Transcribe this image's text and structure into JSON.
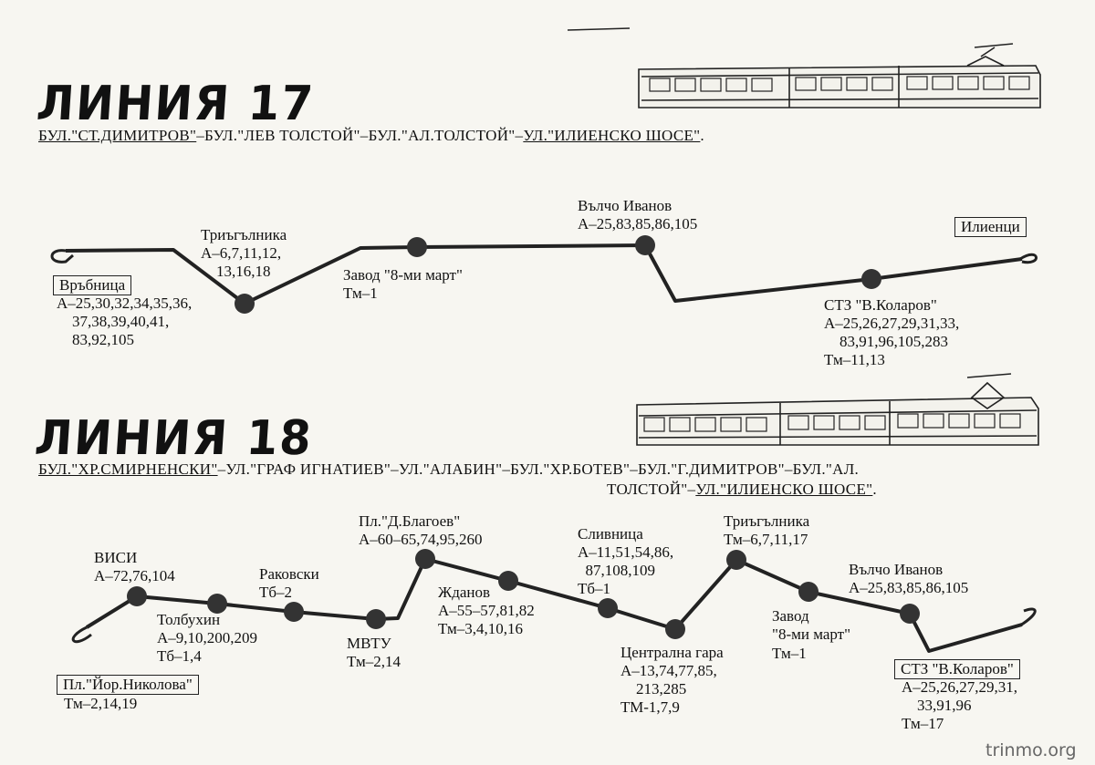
{
  "line17": {
    "title": "ЛИНИЯ 17",
    "streets": [
      {
        "t": "БУЛ.\"СТ.ДИМИТРОВ\"",
        "u": true
      },
      {
        "t": "–БУЛ.\"ЛЕВ ТОЛСТОЙ\"–БУЛ.\"АЛ.ТОЛСТОЙ\"–",
        "u": false
      },
      {
        "t": "УЛ.\"ИЛИЕНСКО ШОСЕ\"",
        "u": true
      },
      {
        "t": ".",
        "u": false
      }
    ],
    "stops": [
      {
        "id": "vrabnitsa",
        "name": "Връбница",
        "routes": "А–25,30,32,34,35,36,\n    37,38,39,40,41,\n    83,92,105"
      },
      {
        "id": "triagalnika",
        "name": "Триъгълника",
        "routes": "А–6,7,11,12,\n    13,16,18"
      },
      {
        "id": "zavod8",
        "name": "Завод \"8-ми март\"",
        "routes": "Тм–1"
      },
      {
        "id": "valcho",
        "name": "Вълчо Иванов",
        "routes": "А–25,83,85,86,105"
      },
      {
        "id": "stz",
        "name": "СТЗ \"В.Коларов\"",
        "routes": "А–25,26,27,29,31,33,\n    83,91,96,105,283\nТм–11,13"
      },
      {
        "id": "ilientsi",
        "name": "Илиенци",
        "routes": ""
      }
    ]
  },
  "line18": {
    "title": "ЛИНИЯ 18",
    "streets_line1": [
      {
        "t": "БУЛ.\"ХР.СМИРНЕНСКИ\"",
        "u": true
      },
      {
        "t": "–УЛ.\"ГРАФ ИГНАТИЕВ\"–УЛ.\"АЛАБИН\"–БУЛ.\"ХР.БОТЕВ\"–БУЛ.\"Г.ДИМИТРОВ\"–БУЛ.\"АЛ.",
        "u": false
      }
    ],
    "streets_line2": [
      {
        "t": "ТОЛСТОЙ\"–",
        "u": false
      },
      {
        "t": "УЛ.\"ИЛИЕНСКО ШОСЕ\"",
        "u": true
      },
      {
        "t": ".",
        "u": false
      }
    ],
    "stops": [
      {
        "id": "nikolova",
        "name": "Пл.\"Йор.Николова\"",
        "routes": "Тм–2,14,19"
      },
      {
        "id": "visi",
        "name": "ВИСИ",
        "routes": "А–72,76,104"
      },
      {
        "id": "tolbuhin",
        "name": "Толбухин",
        "routes": "А–9,10,200,209\nТб–1,4"
      },
      {
        "id": "rakovski",
        "name": "Раковски",
        "routes": "Тб–2"
      },
      {
        "id": "mvtu",
        "name": "МВТУ",
        "routes": "Тм–2,14"
      },
      {
        "id": "blagoev",
        "name": "Пл.\"Д.Благоев\"",
        "routes": "А–60–65,74,95,260"
      },
      {
        "id": "zhdanov",
        "name": "Жданов",
        "routes": "А–55–57,81,82\nТм–3,4,10,16"
      },
      {
        "id": "slivnitsa",
        "name": "Сливница",
        "routes": "А–11,51,54,86,\n  87,108,109\nТб–1"
      },
      {
        "id": "gara",
        "name": "Централна гара",
        "routes": "А–13,74,77,85,\n    213,285\nТМ-1,7,9"
      },
      {
        "id": "triagalnika",
        "name": "Триъгълника",
        "routes": "Тм–6,7,11,17"
      },
      {
        "id": "zavod8",
        "name": "Завод\n\"8-ми март\"",
        "routes": "Тм–1"
      },
      {
        "id": "valcho",
        "name": "Вълчо Иванов",
        "routes": "А–25,83,85,86,105"
      },
      {
        "id": "stz",
        "name": "СТЗ \"В.Коларов\"",
        "routes": "А–25,26,27,29,31,\n    33,91,96\nТм–17"
      }
    ]
  },
  "watermark": "trinmo.org"
}
